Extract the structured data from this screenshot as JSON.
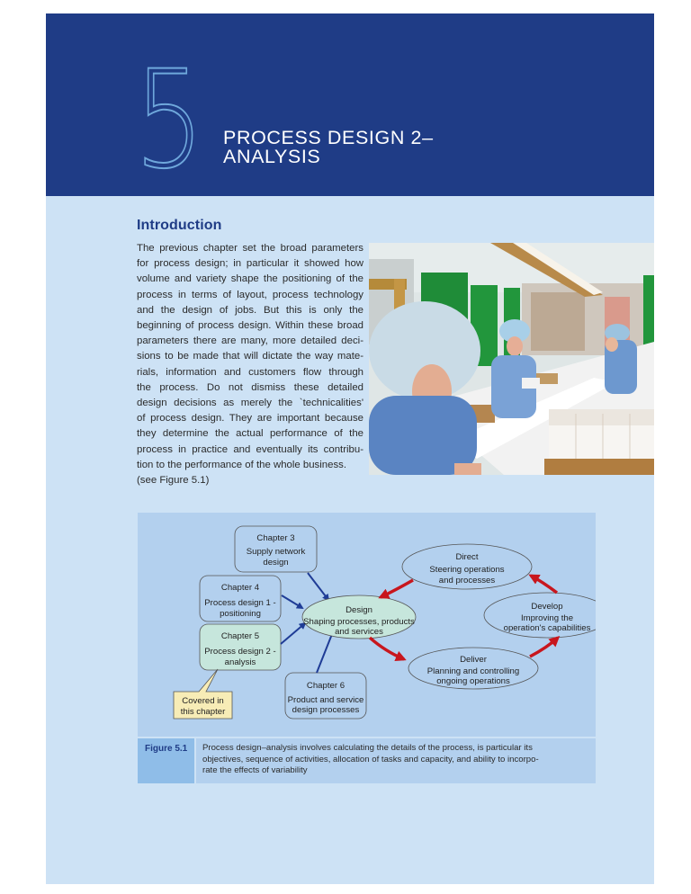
{
  "header": {
    "chapter_number": "5",
    "title_line1": "PROCESS DESIGN 2–",
    "title_line2": "ANALYSIS",
    "background_color": "#1f3c86",
    "numeral_color": "#6fa8dc"
  },
  "introduction": {
    "heading": "Introduction",
    "lines": [
      "The previous chapter set the broad parameters",
      "for process design; in particular it showed how",
      "volume and variety shape the positioning of the",
      "process in terms of layout, process technology",
      "and the design of jobs. But this is only the",
      "beginning of process design. Within these broad",
      "parameters there are many, more detailed deci-",
      "sions to be made that will dictate the way mate-",
      "rials, information and customers flow through",
      "the process. Do not dismiss these detailed",
      "design decisions as merely the `technicalities'",
      "of process design. They are important because",
      "they determine the actual performance of the",
      "process in practice and eventually its contribu-",
      "tion to the performance of the whole business.",
      "(see Figure 5.1)"
    ]
  },
  "photo": {
    "description": "Workers in blue gowns and hair nets packing boxes on a production line"
  },
  "figure": {
    "chapter_boxes": [
      {
        "title": "Chapter 3",
        "line1": "Supply network",
        "line2": "design"
      },
      {
        "title": "Chapter 4",
        "line1": "Process design 1 -",
        "line2": "positioning"
      },
      {
        "title": "Chapter 5",
        "line1": "Process design 2 -",
        "line2": "analysis"
      },
      {
        "title": "Chapter 6",
        "line1": "Product and service",
        "line2": "design processes"
      }
    ],
    "callout": {
      "line1": "Covered in",
      "line2": "this chapter"
    },
    "activities": [
      {
        "title": "Design",
        "line1": "Shaping processes, products",
        "line2": "and services"
      },
      {
        "title": "Direct",
        "line1": "Steering operations",
        "line2": "and processes"
      },
      {
        "title": "Develop",
        "line1": "Improving the",
        "line2": "operation's capabilities"
      },
      {
        "title": "Deliver",
        "line1": "Planning and controlling",
        "line2": "ongoing operations"
      }
    ],
    "colors": {
      "background": "#b3d0ee",
      "highlight_fill": "#c6e6dc",
      "callout_fill": "#f7ecb6",
      "blue_arrow": "#1f3c96",
      "red_arrow": "#c8161d"
    }
  },
  "caption": {
    "label": "Figure 5.1",
    "line1": "Process design–analysis involves calculating the details of the process, is particular its",
    "line2": "objectives, sequence of activities, allocation of tasks and capacity, and ability to incorpo-",
    "line3": "rate the effects of variability"
  }
}
